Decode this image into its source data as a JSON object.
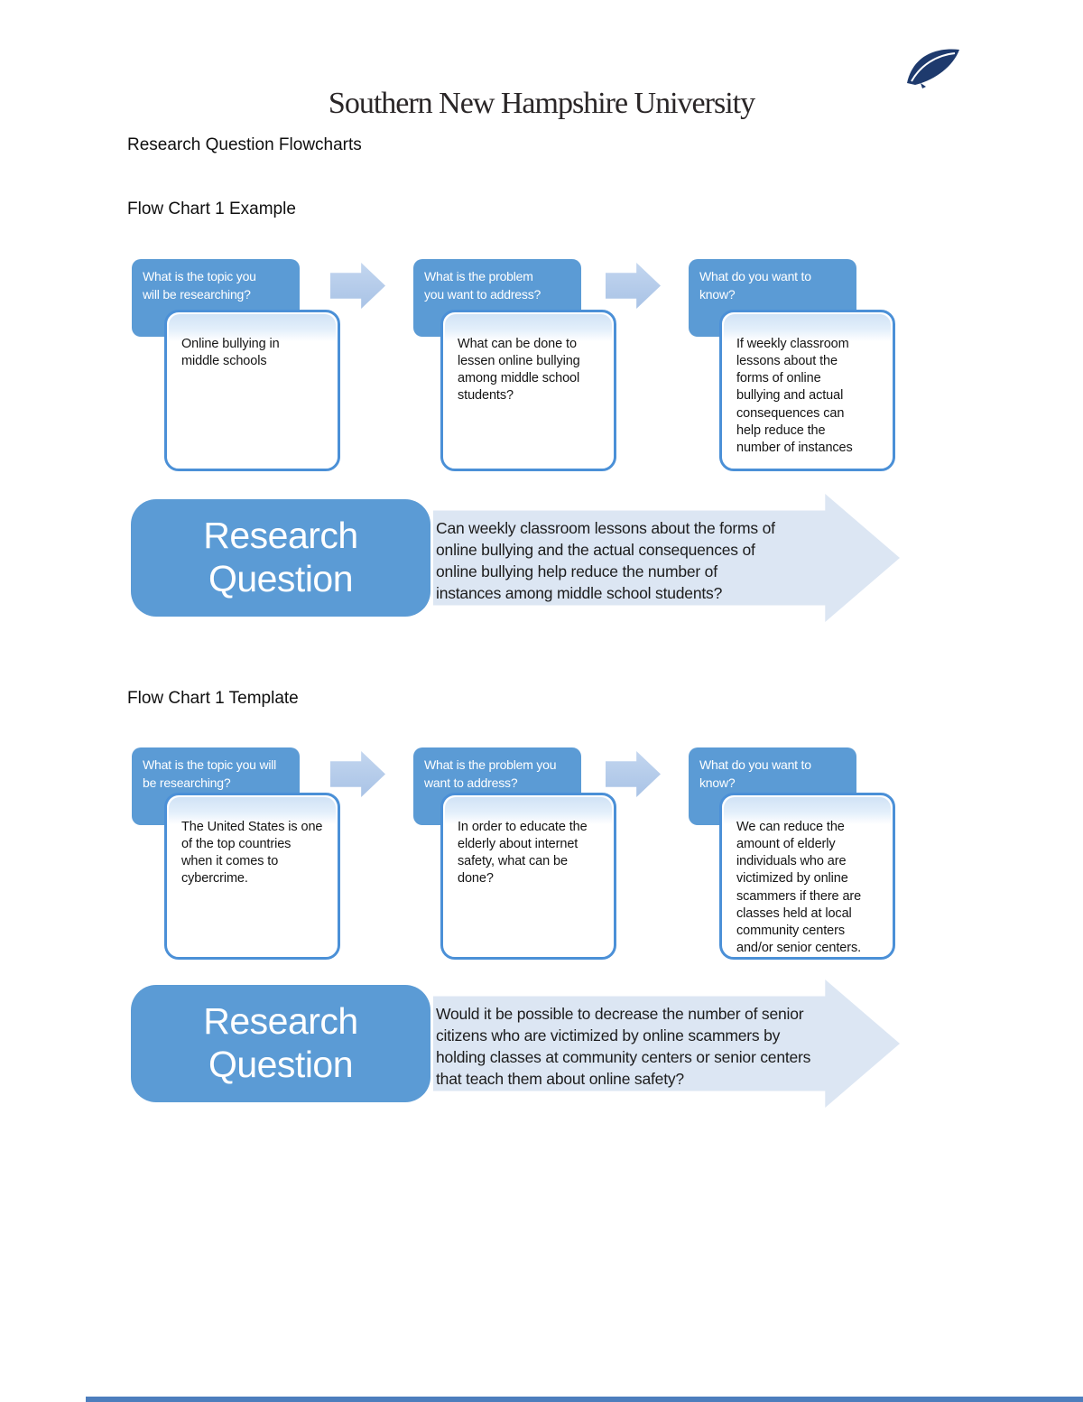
{
  "logo": {
    "text": "Southern New Hampshire University",
    "leaf_color": "#1e3a6d"
  },
  "headings": {
    "title": "Research Question Flowcharts"
  },
  "colors": {
    "accent_blue": "#5b9bd5",
    "callout_border": "#4b90d7",
    "small_arrow": "#b5cbe9",
    "big_arrow": "#dce6f3",
    "callout_band": "#d9e7f6",
    "bottom_bar": "#4d7ebd"
  },
  "flowcharts": [
    {
      "label": "Flow Chart 1 Example",
      "steps": [
        {
          "question": "What is the topic you\nwill be researching?",
          "answer": "Online bullying in\nmiddle schools"
        },
        {
          "question": "What is the problem\nyou want to address?",
          "answer": "What can be done to\nlessen online bullying\namong middle school\nstudents?"
        },
        {
          "question": "What do you want to\nknow?",
          "answer": "If weekly classroom\nlessons about the\nforms of online\nbullying and actual\nconsequences can\nhelp reduce the\nnumber of instances"
        }
      ],
      "research_question": {
        "label": "Research\nQuestion",
        "text": "Can weekly classroom lessons about the forms of\nonline bullying and the actual consequences of\nonline bullying help reduce the number of\ninstances among middle school students?"
      }
    },
    {
      "label": "Flow Chart 1 Template",
      "steps": [
        {
          "question": "What is the topic you will\nbe researching?",
          "answer": "The United States is one\nof the top countries\nwhen it comes to\ncybercrime."
        },
        {
          "question": "What is the problem you\nwant to address?",
          "answer": "In order to educate the\nelderly about internet\nsafety, what can be\ndone?"
        },
        {
          "question": "What do you want to\nknow?",
          "answer": "We can reduce the\namount of elderly\nindividuals who are\nvictimized by online\nscammers if there are\nclasses held at local\ncommunity centers\nand/or senior centers."
        }
      ],
      "research_question": {
        "label": "Research\nQuestion",
        "text": "Would it be possible to decrease the number of senior\ncitizens who are victimized by online scammers by\nholding classes at community centers or senior centers\nthat teach them about online safety?"
      }
    }
  ]
}
